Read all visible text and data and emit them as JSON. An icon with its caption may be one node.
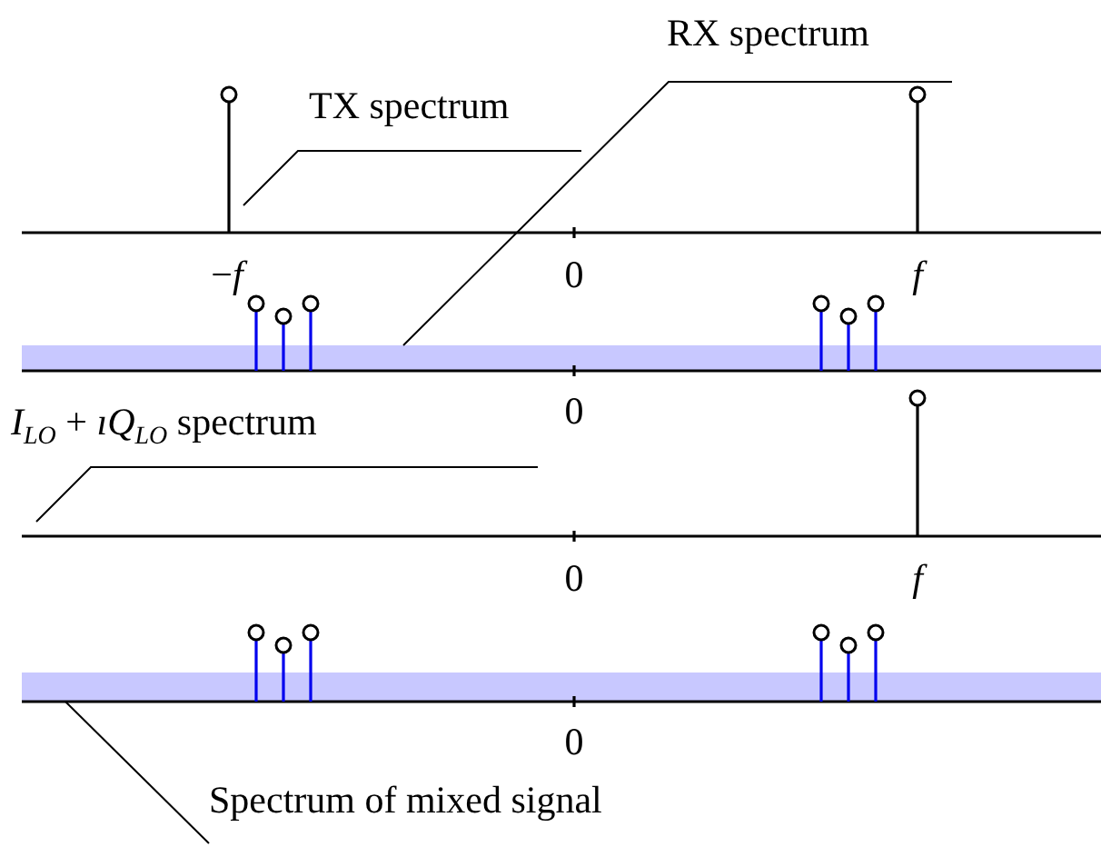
{
  "diagram": {
    "nodes": [
      {
        "text": [
          "TX spectrum"
        ]
      },
      {
        "text": [
          "RX spectrum"
        ]
      },
      {
        "text": [
          "*I*$_{LO}$ + *ıQ*$_{LO}$ spectrum"
        ]
      },
      {
        "text": [
          "Spectrum of mixed signal"
        ]
      },
      {
        "text": [],
        "shape": "bar"
      },
      {
        "text": [],
        "shape": "bar"
      }
    ],
    "edges": [
      {
        "from": 0,
        "to": null,
        "arrow": "none"
      },
      {
        "from": 1,
        "to": 4,
        "arrow": "none"
      },
      {
        "from": 2,
        "to": null,
        "arrow": "none"
      },
      {
        "from": 3,
        "to": 5,
        "arrow": "none"
      }
    ],
    "labels": [
      "−*f*",
      "0",
      "f",
      "0",
      "0",
      "f",
      "0"
    ]
  }
}
